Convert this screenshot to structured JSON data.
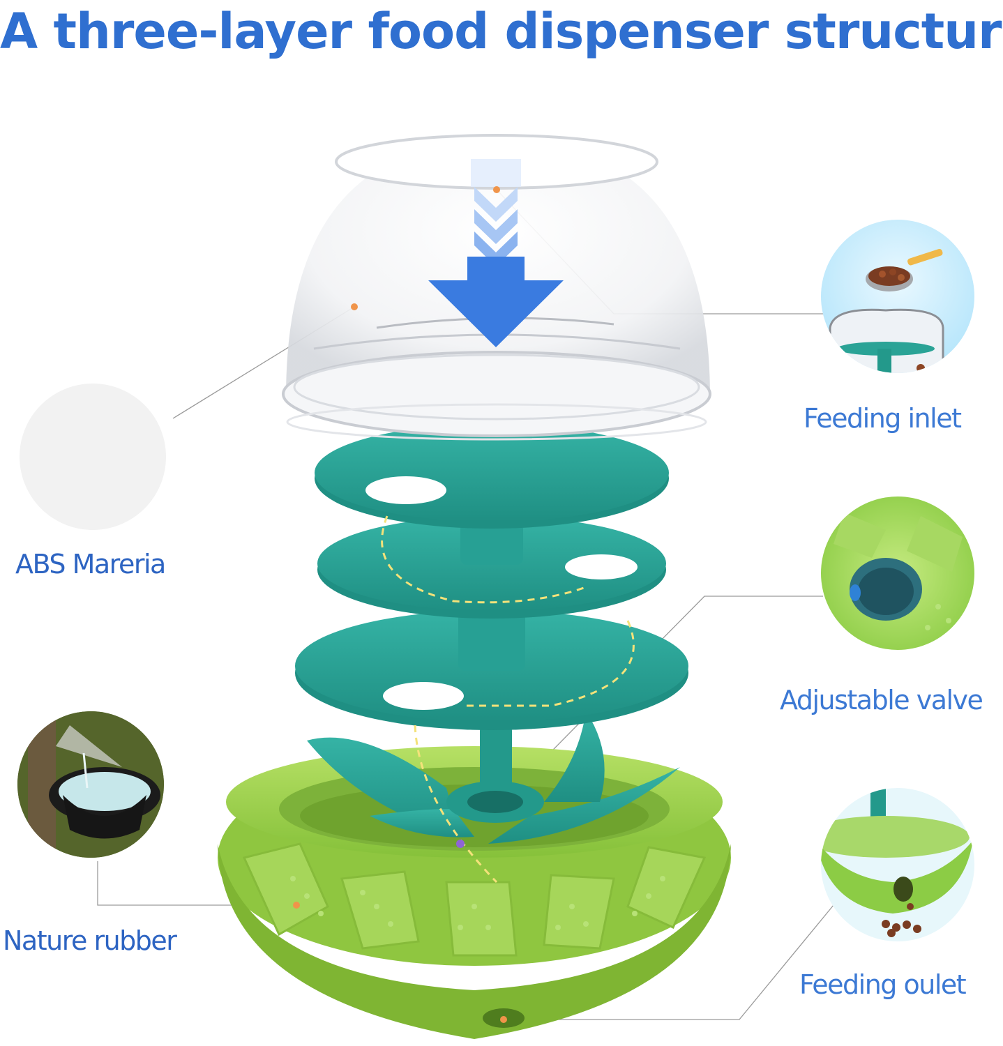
{
  "title": "A three-layer food dispenser structure",
  "labels": {
    "feeding_inlet": "Feeding inlet",
    "abs_material": "ABS Mareria",
    "adjustable_valve": "Adjustable valve",
    "nature_rubber": "Nature rubber",
    "feeding_outlet": "Feeding oulet"
  },
  "colors": {
    "title_blue": "#2f6fd0",
    "label_blue": "#3c79d4",
    "teal": "#2aa396",
    "lime": "#9ed14f",
    "arrow_blue": "#3a7be0",
    "dot_orange": "#f0944a"
  }
}
